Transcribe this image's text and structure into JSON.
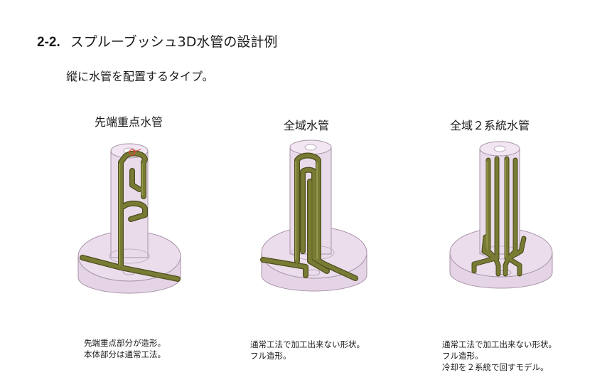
{
  "heading": {
    "number": "2-2.",
    "title": "スプルーブッシュ3D水管の設計例"
  },
  "subtitle": "縦に水管を配置するタイプ。",
  "models": [
    {
      "label": "先端重点水管",
      "description": [
        "先端重点部分が造形。",
        "本体部分は通常工法。"
      ]
    },
    {
      "label": "全域水管",
      "description": [
        "通常工法で加工出来ない形状。",
        "フル造形。"
      ]
    },
    {
      "label": "全域２系統水管",
      "description": [
        "通常工法で加工出来ない形状。",
        "フル造形。",
        "冷却を２系統で回すモデル。"
      ]
    }
  ],
  "colors": {
    "body_fill": "#e9d8ea",
    "body_stroke": "#a893a8",
    "pipe_fill": "#6b6e2c",
    "pipe_highlight": "#9a9d4c",
    "marker": "#e0443a"
  }
}
